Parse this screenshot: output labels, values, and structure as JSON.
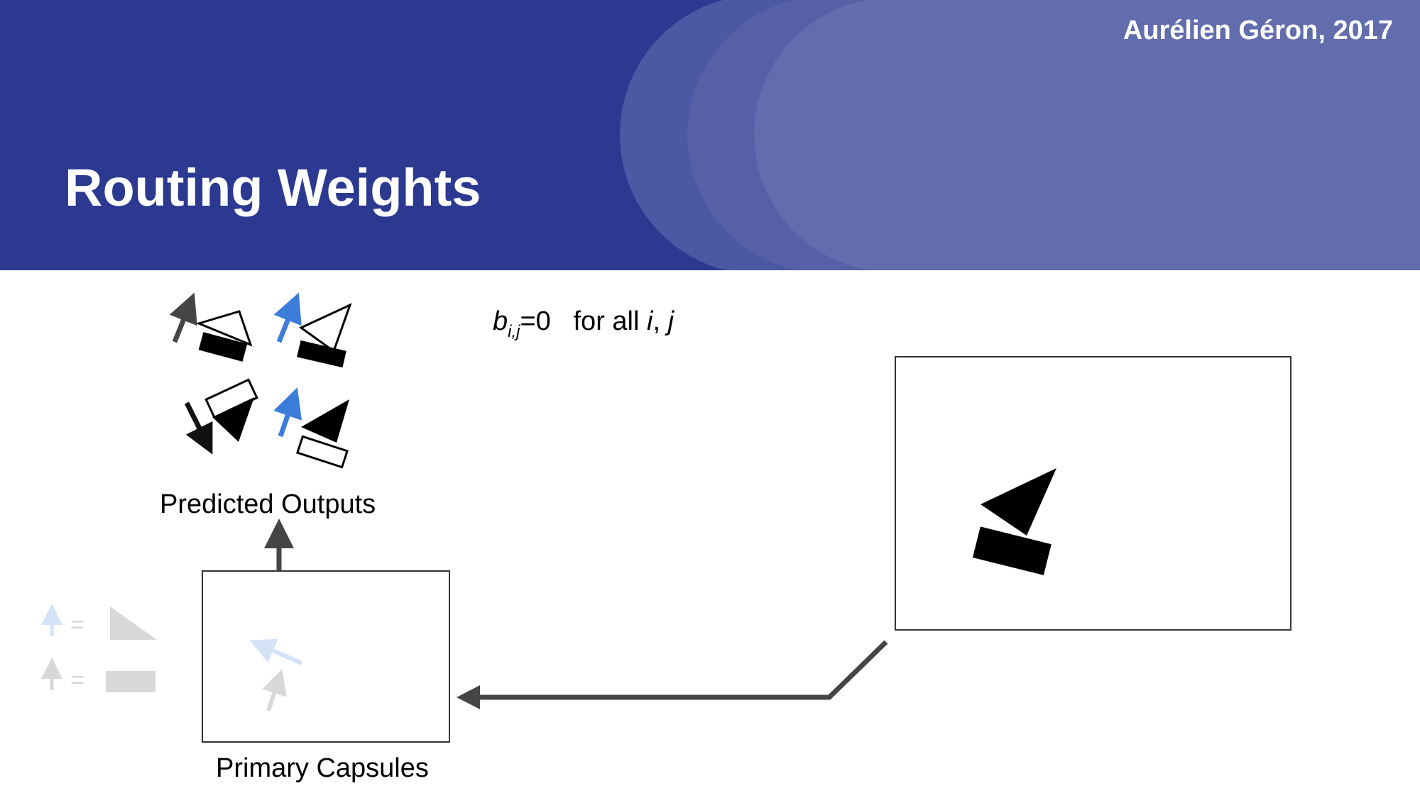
{
  "slide": {
    "title": "Routing Weights",
    "author": "Aurélien Géron, 2017",
    "colors": {
      "header_dark": "#2b3990",
      "header_mid": "#4b58a3",
      "header_light": "#626dae",
      "arrow_blue": "#3b7dd8",
      "arrow_dark": "#454545"
    }
  },
  "formula": {
    "variable": "b",
    "subscript": "i,j",
    "equals": "=0",
    "text": "for all",
    "i": "i",
    "sep": ",",
    "j": "j"
  },
  "labels": {
    "predicted_outputs": "Predicted Outputs",
    "primary_capsules": "Primary Capsules"
  },
  "legend": {
    "eq1": "=",
    "eq2": "="
  }
}
